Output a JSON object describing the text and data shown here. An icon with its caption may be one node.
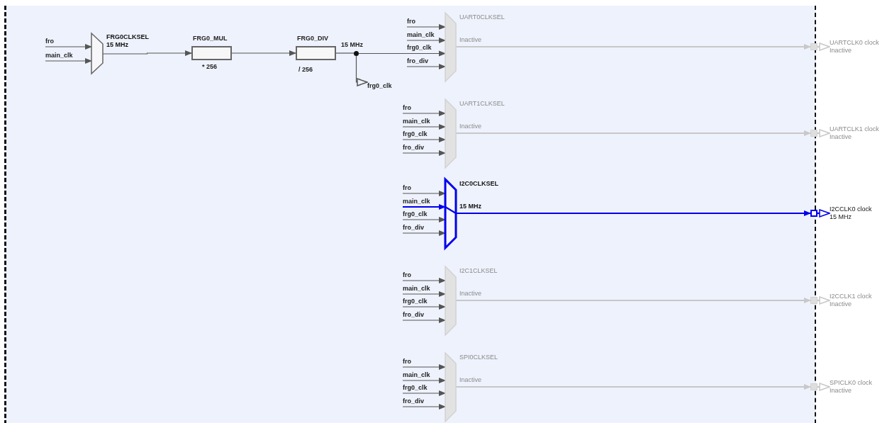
{
  "diagram": {
    "nodes": [
      {
        "text": [
          "FRG0CLKSEL",
          "15 MHz"
        ]
      },
      {
        "text": [
          "FRG0_MUL"
        ],
        "beside": [
          "* 256"
        ]
      },
      {
        "text": [
          "FRG0_DIV"
        ],
        "beside": [
          "/ 256"
        ]
      },
      {
        "text": [],
        "shape": "circle",
        "beside": [
          "15 MHz"
        ]
      },
      {
        "text": [
          "frg0_clk"
        ]
      },
      {
        "text": [
          "UART0CLKSEL",
          "Inactive"
        ]
      },
      {
        "text": [],
        "shape": "box"
      },
      {
        "text": [
          "UARTCLK0 clock",
          "Inactive"
        ]
      },
      {
        "text": [
          "UART1CLKSEL",
          "Inactive"
        ]
      },
      {
        "text": [],
        "shape": "box"
      },
      {
        "text": [
          "UARTCLK1 clock",
          "Inactive"
        ]
      },
      {
        "text": [
          "I2C0CLKSEL",
          "15 MHz"
        ]
      },
      {
        "text": [],
        "shape": "box"
      },
      {
        "text": [
          "I2CCLK0 clock",
          "15 MHz"
        ]
      },
      {
        "text": [
          "I2C1CLKSEL",
          "Inactive"
        ]
      },
      {
        "text": [],
        "shape": "box"
      },
      {
        "text": [
          "I2CCLK1 clock",
          "Inactive"
        ]
      },
      {
        "text": [
          "SPI0CLKSEL",
          "Inactive"
        ]
      },
      {
        "text": [],
        "shape": "box"
      },
      {
        "text": [
          "SPICLK0 clock",
          "Inactive"
        ]
      }
    ],
    "edges": [
      {
        "from": null,
        "to": 0,
        "arrow": "to",
        "label": "fro"
      },
      {
        "from": null,
        "to": 0,
        "arrow": "to",
        "label": "main_clk"
      },
      {
        "from": 0,
        "to": 1,
        "arrow": "to"
      },
      {
        "from": 1,
        "to": 2,
        "arrow": "to"
      },
      {
        "from": 2,
        "to": 3,
        "arrow": "none"
      },
      {
        "from": 3,
        "to": 4,
        "arrow": "to"
      },
      {
        "from": null,
        "to": 5,
        "arrow": "to",
        "label": "fro"
      },
      {
        "from": null,
        "to": 5,
        "arrow": "to",
        "label": "main_clk"
      },
      {
        "from": 3,
        "to": 5,
        "arrow": "to",
        "label": "frg0_clk"
      },
      {
        "from": null,
        "to": 5,
        "arrow": "to",
        "label": "fro_div"
      },
      {
        "from": 5,
        "to": 6,
        "arrow": "to",
        "color": "#c8c8c8"
      },
      {
        "from": 6,
        "to": 7,
        "arrow": "to",
        "color": "#c8c8c8"
      },
      {
        "from": null,
        "to": 8,
        "arrow": "to",
        "label": "fro"
      },
      {
        "from": null,
        "to": 8,
        "arrow": "to",
        "label": "main_clk"
      },
      {
        "from": null,
        "to": 8,
        "arrow": "to",
        "label": "frg0_clk"
      },
      {
        "from": null,
        "to": 8,
        "arrow": "to",
        "label": "fro_div"
      },
      {
        "from": 8,
        "to": 9,
        "arrow": "to",
        "color": "#c8c8c8"
      },
      {
        "from": 9,
        "to": 10,
        "arrow": "to",
        "color": "#c8c8c8"
      },
      {
        "from": null,
        "to": 11,
        "arrow": "to",
        "label": "fro"
      },
      {
        "from": null,
        "to": 11,
        "arrow": "to",
        "label": "main_clk",
        "color": "#0000ee"
      },
      {
        "from": null,
        "to": 11,
        "arrow": "to",
        "label": "frg0_clk"
      },
      {
        "from": null,
        "to": 11,
        "arrow": "to",
        "label": "fro_div"
      },
      {
        "from": 11,
        "to": 12,
        "arrow": "to",
        "color": "#0000ee"
      },
      {
        "from": 12,
        "to": 13,
        "arrow": "to",
        "color": "#0000ee"
      },
      {
        "from": null,
        "to": 14,
        "arrow": "to",
        "label": "fro"
      },
      {
        "from": null,
        "to": 14,
        "arrow": "to",
        "label": "main_clk"
      },
      {
        "from": null,
        "to": 14,
        "arrow": "to",
        "label": "frg0_clk"
      },
      {
        "from": null,
        "to": 14,
        "arrow": "to",
        "label": "fro_div"
      },
      {
        "from": 14,
        "to": 15,
        "arrow": "to",
        "color": "#c8c8c8"
      },
      {
        "from": 15,
        "to": 16,
        "arrow": "to",
        "color": "#c8c8c8"
      },
      {
        "from": null,
        "to": 17,
        "arrow": "to",
        "label": "fro"
      },
      {
        "from": null,
        "to": 17,
        "arrow": "to",
        "label": "main_clk"
      },
      {
        "from": null,
        "to": 17,
        "arrow": "to",
        "label": "frg0_clk"
      },
      {
        "from": null,
        "to": 17,
        "arrow": "to",
        "label": "fro_div"
      },
      {
        "from": 17,
        "to": 18,
        "arrow": "to",
        "color": "#c8c8c8"
      },
      {
        "from": 18,
        "to": 19,
        "arrow": "to",
        "color": "#c8c8c8"
      }
    ]
  }
}
